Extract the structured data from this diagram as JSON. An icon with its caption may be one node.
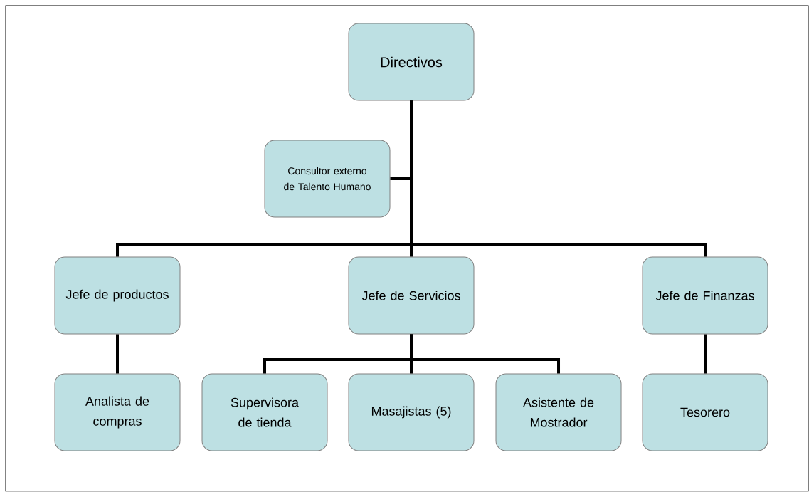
{
  "diagram": {
    "nodes": [
      {
        "text": [
          "Directivos"
        ]
      },
      {
        "text": [
          "Consultor externo de Talento Humano"
        ]
      },
      {
        "text": [
          "Jefe de productos"
        ]
      },
      {
        "text": [
          "Jefe de Servicios"
        ]
      },
      {
        "text": [
          "Jefe de Finanzas"
        ]
      },
      {
        "text": [
          "Analista de compras"
        ]
      },
      {
        "text": [
          "Supervisora de tienda"
        ]
      },
      {
        "text": [
          "Masajistas (5)"
        ]
      },
      {
        "text": [
          "Asistente de Mostrador"
        ]
      },
      {
        "text": [
          "Tesorero"
        ]
      }
    ],
    "edges": [
      {
        "from": 0,
        "to": 1,
        "arrow": "none"
      },
      {
        "from": 0,
        "to": 2,
        "arrow": "none"
      },
      {
        "from": 0,
        "to": 3,
        "arrow": "none"
      },
      {
        "from": 0,
        "to": 4,
        "arrow": "none"
      },
      {
        "from": 2,
        "to": 5,
        "arrow": "none"
      },
      {
        "from": 3,
        "to": 6,
        "arrow": "none"
      },
      {
        "from": 3,
        "to": 7,
        "arrow": "none"
      },
      {
        "from": 3,
        "to": 8,
        "arrow": "none"
      },
      {
        "from": 4,
        "to": 9,
        "arrow": "none"
      }
    ]
  }
}
